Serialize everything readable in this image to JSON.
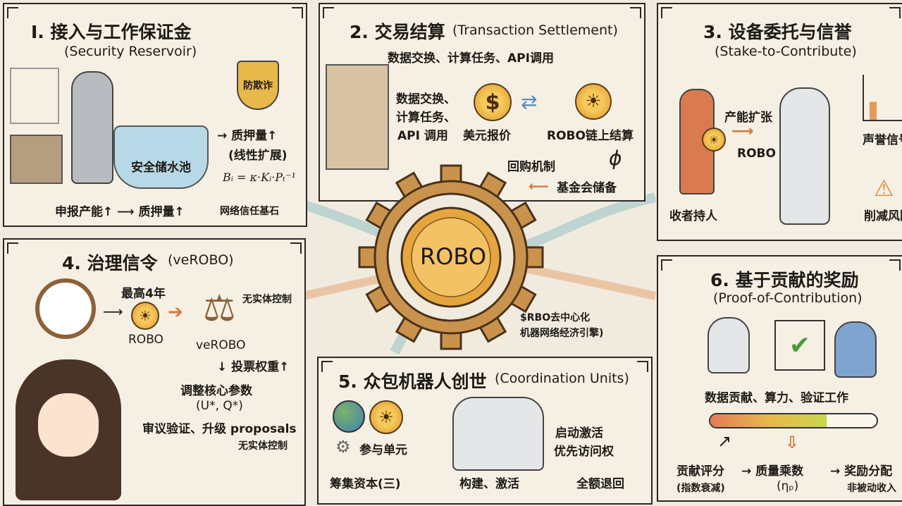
{
  "center": {
    "label": "ROBO",
    "caption1": "$RBO去中心化",
    "caption2": "机器网络经济引擎)"
  },
  "p1": {
    "title": "I. 接入与工作保证金",
    "subtitle": "(Security Reservoir)",
    "shield": "防欺诈",
    "pool": "安全储水池",
    "stake": "→ 质押量↑",
    "linear": "(线性扩展)",
    "formula": "Bᵢ = κ·Kᵢ·Pₜ⁻¹",
    "bottom": "申报产能↑ ⟶ 质押量↑",
    "bottom2": "网络信任基石"
  },
  "p2": {
    "title": "2. 交易结算",
    "title_en": "(Transaction Settlement)",
    "top": "数据交换、计算任务、API调用",
    "left1": "数据交换、",
    "left2": "计算任务、",
    "left3": "API 调用",
    "usd": "美元报价",
    "robo": "ROBO链上结算",
    "buyback": "回购机制",
    "phi": "ϕ",
    "reserve": "基金会储备",
    "usd_symbol": "$"
  },
  "p3": {
    "title": "3. 设备委托与信誉",
    "subtitle": "(Stake-to-Contribute)",
    "expand": "产能扩张",
    "robo": "ROBO",
    "holder": "收者持人",
    "reputation": "声誉信号",
    "slash": "削减风险"
  },
  "p4": {
    "title": "4. 治理信令",
    "title_en": "(veROBO)",
    "max": "最高4年",
    "robo": "ROBO",
    "verobo": "veROBO",
    "no_control": "无实体控制",
    "vote": "↓ 投票权重↑",
    "params": "调整核心参数",
    "params2": "(U*, Q*)",
    "review": "审议验证、升级 proposals",
    "no_control2": "无实体控制"
  },
  "p5": {
    "title": "5. 众包机器人创世",
    "title_en": "(Coordination Units)",
    "units": "参与单元",
    "activate": "启动激活",
    "priority": "优先访问权",
    "raise": "筹集资本(三)",
    "build": "构建、激活",
    "refund": "全额退回"
  },
  "p6": {
    "title": "6. 基于贡献的奖励",
    "subtitle": "(Proof-of-Contribution)",
    "work": "数据贡献、算力、验证工作",
    "progress": 0.7,
    "score": "贡献评分",
    "decay": "(指数衰减)",
    "quality": "→ 质量乘数",
    "eta": "(ηₚ)",
    "reward": "→ 奖励分配",
    "passive": "非被动收入"
  },
  "colors": {
    "accent": "#d9773a",
    "gold": "#e0a63c",
    "water": "#a9cfe0"
  }
}
